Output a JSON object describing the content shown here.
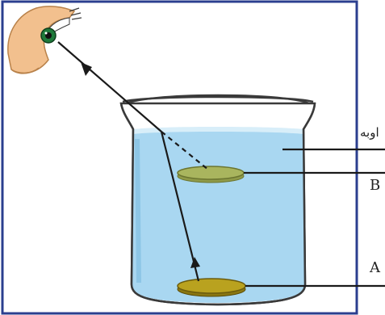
{
  "labels": {
    "water": "اوبه",
    "coin_b": "B",
    "coin_a": "A"
  },
  "colors": {
    "frame": "#2b3f8f",
    "water_top": "#cfe9f7",
    "water": "#a9d7f1",
    "glass_stroke": "#3a3a3a",
    "coin_a": "#b9a21f",
    "coin_b": "#a9b55e",
    "ray": "#1a1a1a",
    "eye": "#1e7a3a",
    "skin": "#f2c08e"
  },
  "icons": {
    "eye": "eye-icon",
    "ray_arrow": "arrow-head"
  }
}
